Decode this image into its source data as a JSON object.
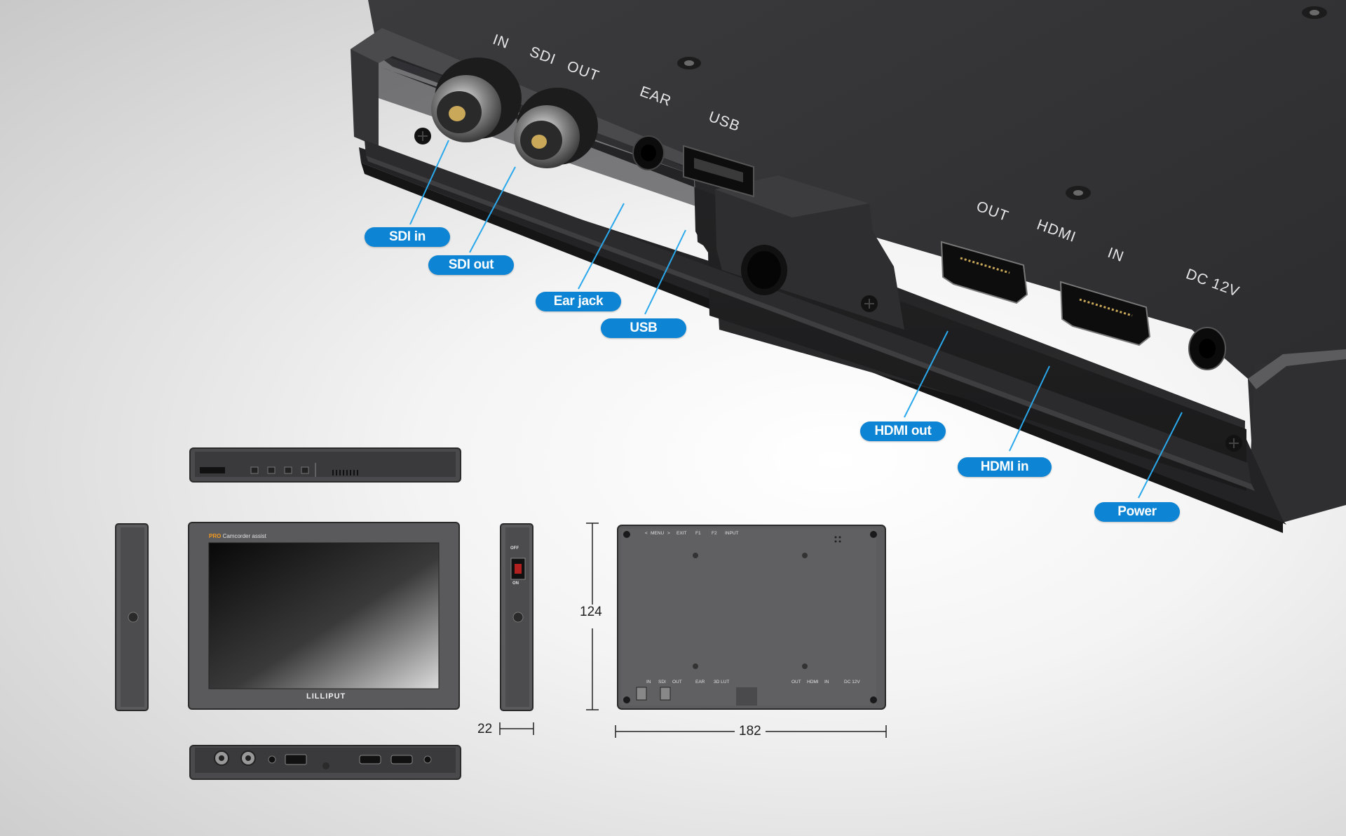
{
  "labels": {
    "sdi_in": "SDI in",
    "sdi_out": "SDI out",
    "ear_jack": "Ear jack",
    "usb": "USB",
    "hdmi_out": "HDMI out",
    "hdmi_in": "HDMI in",
    "power": "Power"
  },
  "engraved": {
    "in": "IN",
    "sdi": "SDI",
    "out": "OUT",
    "ear": "EAR",
    "usb": "USB",
    "hdmi_out": "OUT",
    "hdmi": "HDMI",
    "hdmi_in": "IN",
    "dc": "DC 12V"
  },
  "front": {
    "brand_prefix": "PRO",
    "brand_text": "Camcorder assist",
    "logo": "LILLIPUT"
  },
  "side": {
    "off": "OFF",
    "on": "ON"
  },
  "back_top": [
    "<",
    "MENU",
    ">",
    "EXIT",
    "F1",
    "F2",
    "INPUT"
  ],
  "back_bottom": [
    "IN",
    "SDI",
    "OUT",
    "EAR",
    "3D LUT",
    "OUT",
    "HDMI",
    "IN",
    "DC 12V"
  ],
  "dimensions": {
    "height": "124",
    "depth": "22",
    "width": "182"
  },
  "colors": {
    "accent": "#0d84d4",
    "device": "#3a3a3c"
  }
}
